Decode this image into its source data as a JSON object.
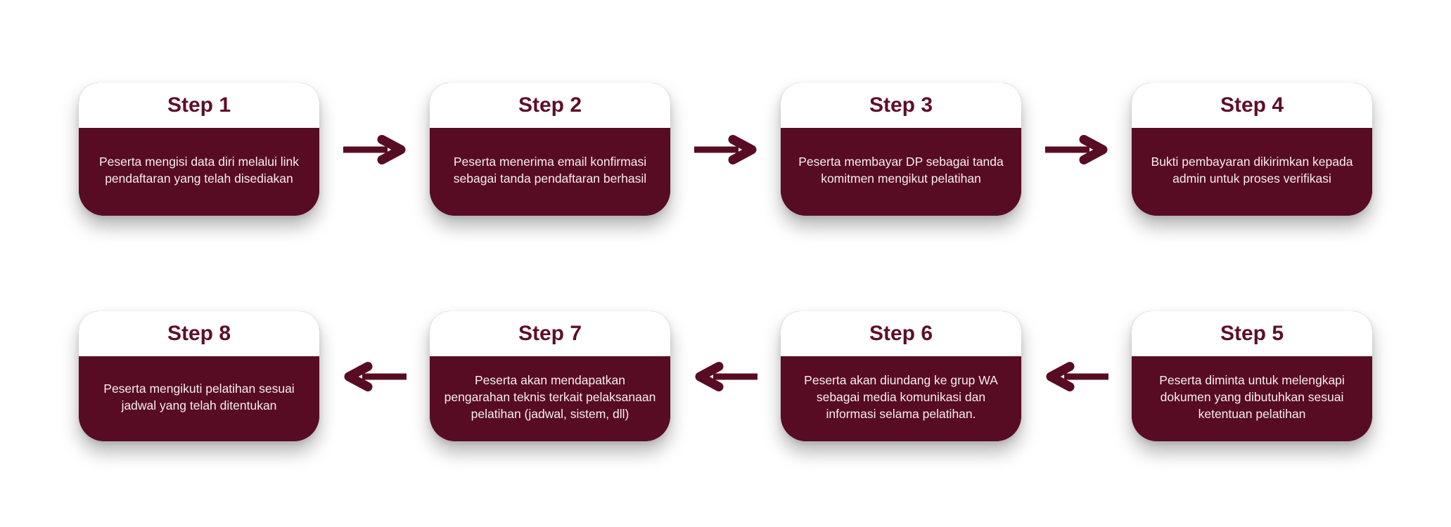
{
  "colors": {
    "maroon": "#570C23",
    "step_title": "#5E0F28",
    "card_header_bg": "#FFFFFF",
    "body_text": "#F4EEF0",
    "page_bg": "#FFFFFF"
  },
  "steps": [
    {
      "title": "Step 1",
      "description": "Peserta mengisi data diri melalui link pendaftaran yang telah disediakan"
    },
    {
      "title": "Step 2",
      "description": "Peserta menerima email konfirmasi sebagai tanda pendaftaran berhasil"
    },
    {
      "title": "Step 3",
      "description": "Peserta membayar DP sebagai tanda komitmen mengikut pelatihan"
    },
    {
      "title": "Step 4",
      "description": "Bukti pembayaran dikirimkan kepada admin untuk proses verifikasi"
    },
    {
      "title": "Step 5",
      "description": "Peserta diminta untuk melengkapi dokumen yang dibutuhkan sesuai ketentuan pelatihan"
    },
    {
      "title": "Step 6",
      "description": "Peserta akan diundang ke grup WA sebagai media komunikasi dan informasi selama pelatihan."
    },
    {
      "title": "Step 7",
      "description": "Peserta akan mendapatkan pengarahan teknis terkait pelaksanaan pelatihan (jadwal, sistem, dll)"
    },
    {
      "title": "Step 8",
      "description": "Peserta mengikuti pelatihan sesuai jadwal yang telah ditentukan"
    }
  ]
}
